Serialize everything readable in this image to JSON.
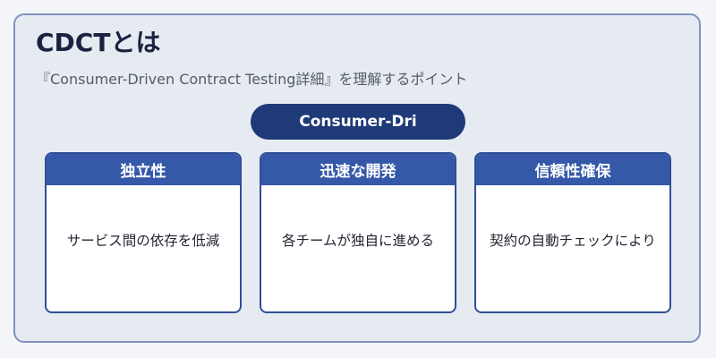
{
  "title": "CDCTとは",
  "subtitle": "『Consumer-Driven Contract Testing詳細』を理解するポイント",
  "center_label": "Consumer-Dri",
  "cards": [
    {
      "heading": "独立性",
      "text": "サービス間の依存を低減"
    },
    {
      "heading": "迅速な開発",
      "text": "各チームが独自に進める"
    },
    {
      "heading": "信頼性確保",
      "text": "契約の自動チェックにより"
    }
  ],
  "colors": {
    "frame_border": "#7f93c0",
    "frame_fill": "#e6ebf2",
    "pill_fill": "#1f3a78",
    "card_header": "#3559a8",
    "card_border": "#2f4f97"
  }
}
